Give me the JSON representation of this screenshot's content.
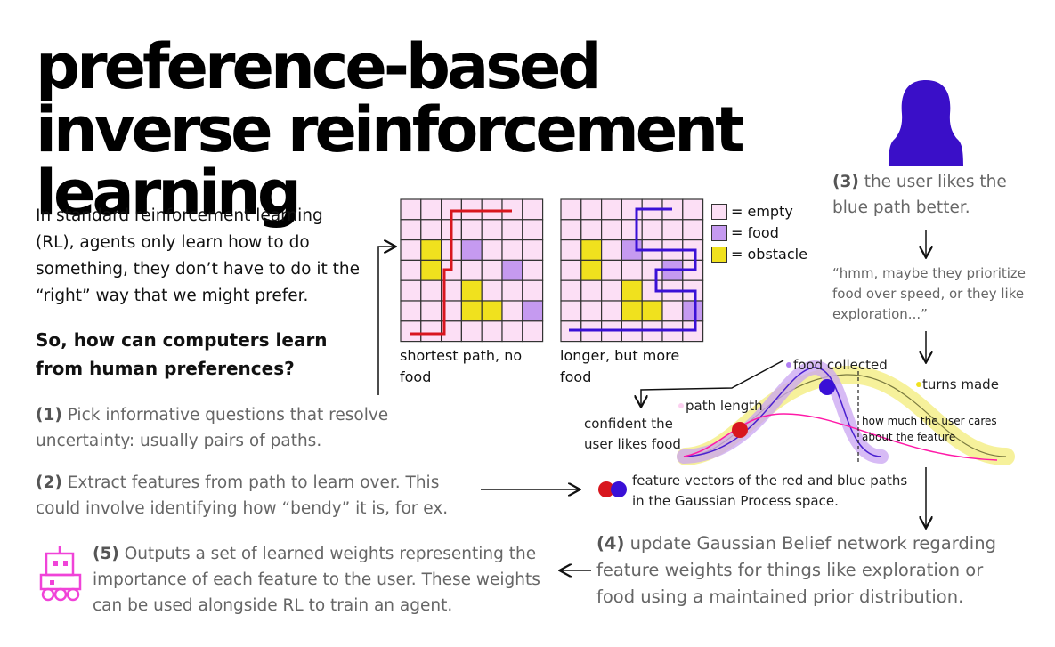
{
  "title": "preference-based inverse reinforcement learning",
  "intro": "In standard reinforcement learning (RL), agents only learn how to do something, they don’t have to do it the “right” way that we might prefer.",
  "question": "So, how can computers learn from human preferences?",
  "steps": [
    {
      "num": "(1)",
      "text": "Pick informative questions that resolve uncertainty: usually pairs of paths."
    },
    {
      "num": "(2)",
      "text": "Extract features from path to learn over. This could involve identifying how “bendy” it is, for ex."
    },
    {
      "num": "(3)",
      "text": "the user likes the blue path better."
    },
    {
      "num": "(4)",
      "text": "update Gaussian Belief network regarding feature weights for things like exploration or food using a maintained prior distribution."
    },
    {
      "num": "(5)",
      "text": "Outputs a set of learned weights representing the importance of each feature to the user. These weights can be used alongside RL to train an agent."
    }
  ],
  "grids": {
    "left_caption": "shortest path, no food",
    "right_caption": "longer, but more food"
  },
  "legend": [
    "= empty",
    "= food",
    "= obstacle"
  ],
  "user_quote": "“hmm, maybe they prioritize food over speed, or they like exploration...”",
  "curve_labels": {
    "food": "food collected",
    "turns": "turns made",
    "path": "path length",
    "confident": "confident the user likes food",
    "cares": "how much the user cares about the feature"
  },
  "feature_vectors": "feature vectors of the red and blue paths in the Gaussian Process space.",
  "colors": {
    "empty": "#fcdff5",
    "food": "#c59af0",
    "obstacle": "#f0e11e",
    "red_path": "#d8161e",
    "blue_path": "#3a10d6",
    "user_icon": "#3a0fc8",
    "robot": "#f043d8"
  }
}
